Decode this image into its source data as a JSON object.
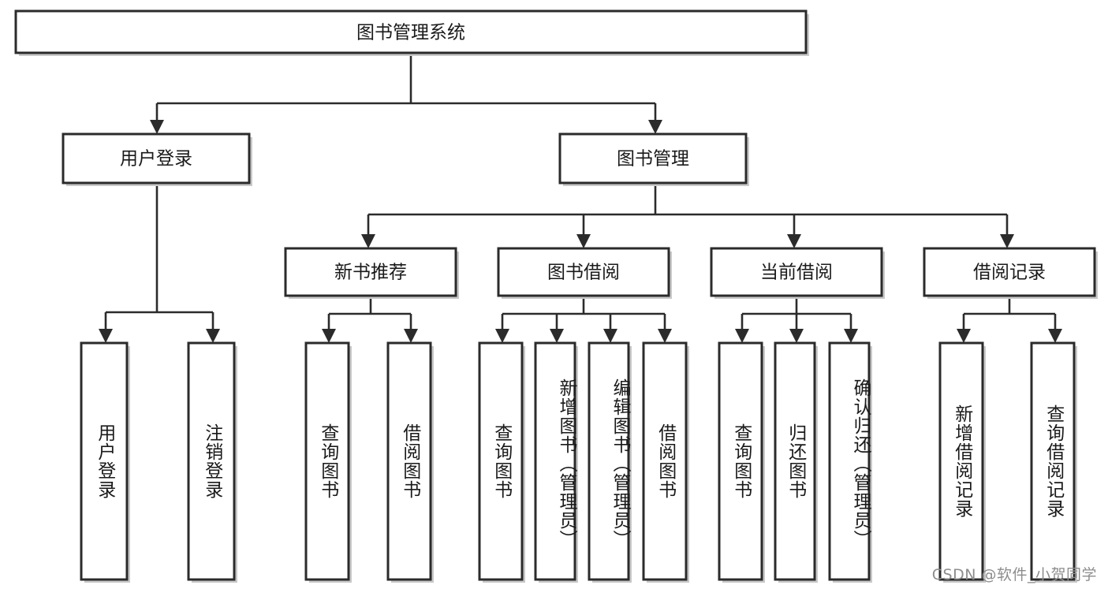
{
  "diagram": {
    "type": "tree-flowchart",
    "title": "图书管理系统",
    "orientation": "top-down",
    "colors": {
      "box_stroke": "#2b2b2b",
      "box_fill": "#ffffff",
      "text": "#1a1a1a",
      "shadow": "#c9c9c9",
      "watermark": "#8d8d8d"
    },
    "root": {
      "label": "图书管理系统"
    },
    "level2": [
      {
        "label": "用户登录"
      },
      {
        "label": "图书管理"
      }
    ],
    "level3": [
      {
        "label": "新书推荐"
      },
      {
        "label": "图书借阅"
      },
      {
        "label": "当前借阅"
      },
      {
        "label": "借阅记录"
      }
    ],
    "leaves": {
      "user_login": [
        {
          "label": "用户登录"
        },
        {
          "label": "注销登录"
        }
      ],
      "new_book_recommend": [
        {
          "label": "查询图书"
        },
        {
          "label": "借阅图书"
        }
      ],
      "book_borrow": [
        {
          "label": "查询图书"
        },
        {
          "label": "新增图书（管理员）"
        },
        {
          "label": "编辑图书（管理员）"
        },
        {
          "label": "借阅图书"
        }
      ],
      "current_borrow": [
        {
          "label": "查询图书"
        },
        {
          "label": "归还图书"
        },
        {
          "label": "确认归还（管理员）"
        }
      ],
      "borrow_record": [
        {
          "label": "新增借阅记录"
        },
        {
          "label": "查询借阅记录"
        }
      ]
    }
  },
  "watermark": {
    "text": "CSDN @软件_小贺同学"
  }
}
